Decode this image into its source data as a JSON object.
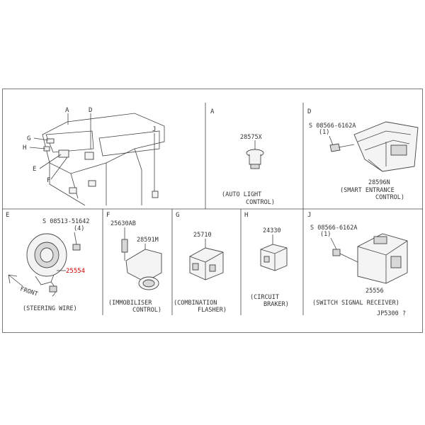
{
  "overview": {
    "callouts": [
      "A",
      "D",
      "G",
      "H",
      "E",
      "F",
      "J"
    ]
  },
  "panels": {
    "a": {
      "letter": "A",
      "part_no": "28575X",
      "caption_1": "(AUTO LIGHT",
      "caption_2": "CONTROL)"
    },
    "d": {
      "letter": "D",
      "bolt_no": "S 08566-6162A",
      "bolt_qty": "(1)",
      "part_no": "28596N",
      "caption_1": "(SMART ENTRANCE",
      "caption_2": "CONTROL)"
    },
    "e": {
      "letter": "E",
      "bolt_no": "S 08513-51642",
      "bolt_qty": "(4)",
      "part_no": "25554",
      "front_label": "FRONT",
      "caption_1": "(STEERING WIRE)"
    },
    "f": {
      "letter": "F",
      "bolt_no": "25630AB",
      "part_no": "28591M",
      "caption_1": "(IMMOBILISER",
      "caption_2": "CONTROL)"
    },
    "g": {
      "letter": "G",
      "part_no": "25710",
      "caption_1": "(COMBINATION",
      "caption_2": "FLASHER)"
    },
    "h": {
      "letter": "H",
      "part_no": "24330",
      "caption_1": "(CIRCUIT",
      "caption_2": "BRAKER)"
    },
    "j": {
      "letter": "J",
      "bolt_no": "S 08566-6162A",
      "bolt_qty": "(1)",
      "part_no": "25556",
      "caption_1": "(SWITCH SIGNAL RECEIVER)"
    }
  },
  "diagram_code": "JP5300 ?",
  "colors": {
    "frame": "#7a7a7a",
    "line": "#444444",
    "highlight": "#d40000"
  }
}
